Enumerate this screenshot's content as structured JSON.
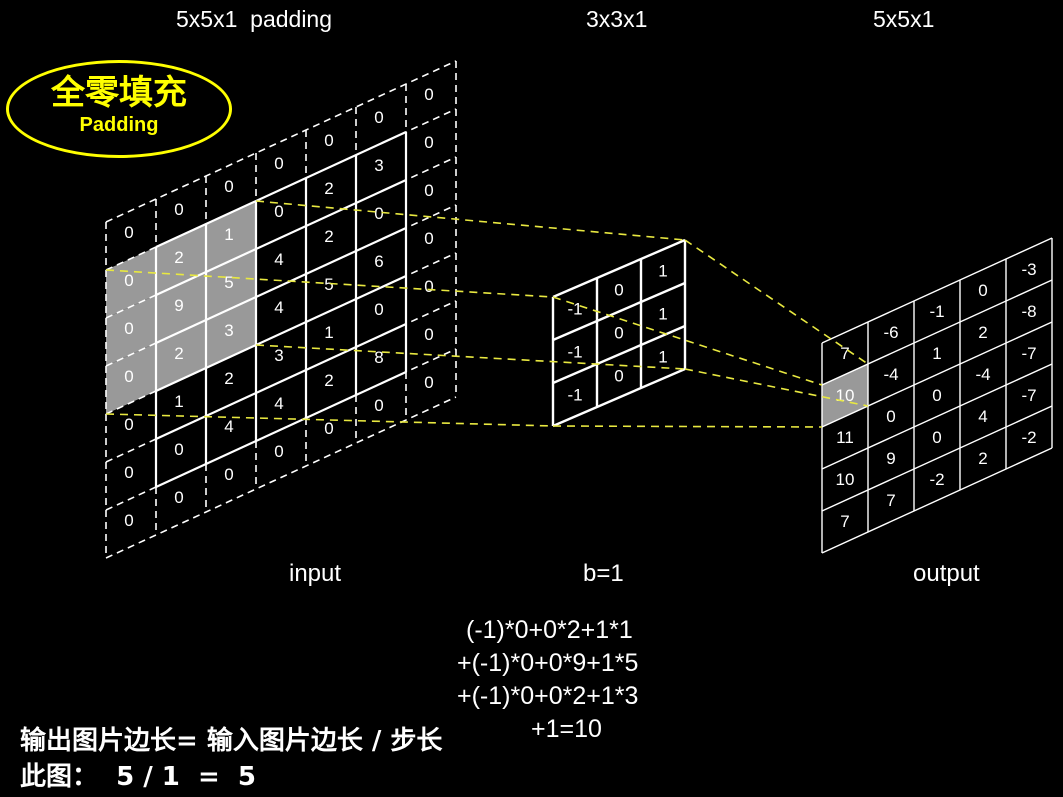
{
  "headers": {
    "input": "5x5x1  padding",
    "kernel": "3x3x1",
    "output": "5x5x1"
  },
  "badge": {
    "title": "全零填充",
    "subtitle": "Padding"
  },
  "labels": {
    "input": "input",
    "bias": "b=1",
    "output": "output"
  },
  "formula": [
    "(-1)*0+0*2+1*1",
    "+(-1)*0+0*9+1*5",
    "+(-1)*0+0*2+1*3",
    "+1=10"
  ],
  "bottom": {
    "line1": "输出图片边长= 输入图片边长 / 步长",
    "line2": "此图：  5 / 1  =  5"
  },
  "input_grid": [
    [
      "0",
      "0",
      "0",
      "0",
      "0",
      "0",
      "0"
    ],
    [
      "0",
      "2",
      "1",
      "0",
      "2",
      "3",
      "0"
    ],
    [
      "0",
      "9",
      "5",
      "4",
      "2",
      "0",
      "0"
    ],
    [
      "0",
      "2",
      "3",
      "4",
      "5",
      "6",
      "0"
    ],
    [
      "0",
      "1",
      "2",
      "3",
      "1",
      "0",
      "0"
    ],
    [
      "0",
      "0",
      "4",
      "4",
      "2",
      "8",
      "0"
    ],
    [
      "0",
      "0",
      "0",
      "0",
      "0",
      "0",
      "0"
    ]
  ],
  "input_highlight": [
    [
      1,
      0
    ],
    [
      1,
      1
    ],
    [
      1,
      2
    ],
    [
      2,
      0
    ],
    [
      2,
      1
    ],
    [
      2,
      2
    ],
    [
      3,
      0
    ],
    [
      3,
      1
    ],
    [
      3,
      2
    ]
  ],
  "kernel_grid": [
    [
      "-1",
      "0",
      "1"
    ],
    [
      "-1",
      "0",
      "1"
    ],
    [
      "-1",
      "0",
      "1"
    ]
  ],
  "output_grid": [
    [
      "7",
      "-6",
      "-1",
      "0",
      "-3"
    ],
    [
      "10",
      "-4",
      "1",
      "2",
      "-8"
    ],
    [
      "11",
      "0",
      "0",
      "-4",
      "-7"
    ],
    [
      "10",
      "9",
      "0",
      "4",
      "-7"
    ],
    [
      "7",
      "7",
      "-2",
      "2",
      "-2"
    ]
  ],
  "output_highlight": [
    [
      1,
      0
    ]
  ],
  "colors": {
    "background": "#000000",
    "grid": "#ffffff",
    "highlight": "#999999",
    "guide": "#e8e840",
    "badge": "#ffff00"
  }
}
